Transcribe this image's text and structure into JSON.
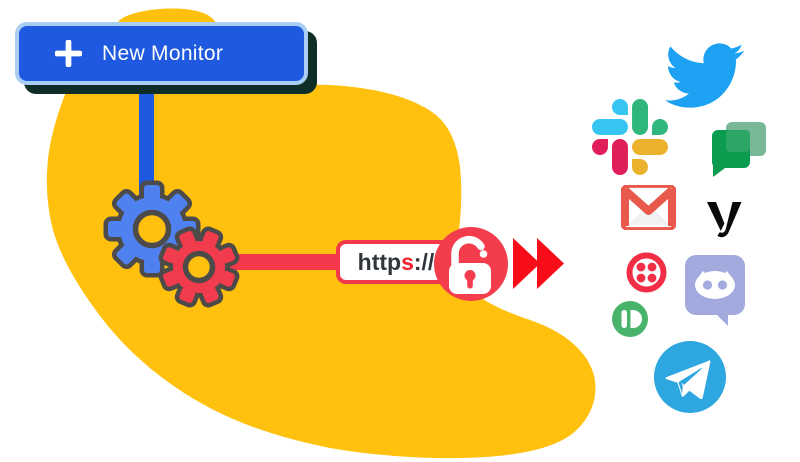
{
  "button": {
    "label": "New Monitor",
    "icon": "plus-icon"
  },
  "url_label": {
    "http": "http",
    "s": "s",
    "slashes": "://"
  },
  "flow": {
    "source": "gears-processing",
    "secure_url": "https://",
    "lock_state": "unlocked",
    "direction": "fast-forward-right"
  },
  "integration_icons": [
    {
      "name": "twitter-icon",
      "color": "#1DA1F2"
    },
    {
      "name": "slack-icon",
      "colors": [
        "#36C5F0",
        "#2EB67D",
        "#ECB22E",
        "#E01E5A"
      ]
    },
    {
      "name": "google-chat-icon",
      "colors": [
        "#79B896",
        "#0B9C4F"
      ]
    },
    {
      "name": "gmail-icon",
      "color": "#E8594B"
    },
    {
      "name": "vonage-icon",
      "color": "#0A0A0A"
    },
    {
      "name": "twilio-icon",
      "color": "#F12E45"
    },
    {
      "name": "discord-icon",
      "color": "#A2AADE"
    },
    {
      "name": "pushbullet-icon",
      "color": "#4AB36B"
    },
    {
      "name": "telegram-icon",
      "color": "#2EA6E0"
    }
  ],
  "colors": {
    "blob_yellow": "#FFC10E",
    "primary_blue": "#1E59DF",
    "button_border": "#A9CDF3",
    "button_shadow": "#0F2E28",
    "accent_red": "#F2384A",
    "arrow_red": "#F70D1A",
    "gear_blue": "#4F81F0",
    "gear_outline": "#4D4B49"
  }
}
